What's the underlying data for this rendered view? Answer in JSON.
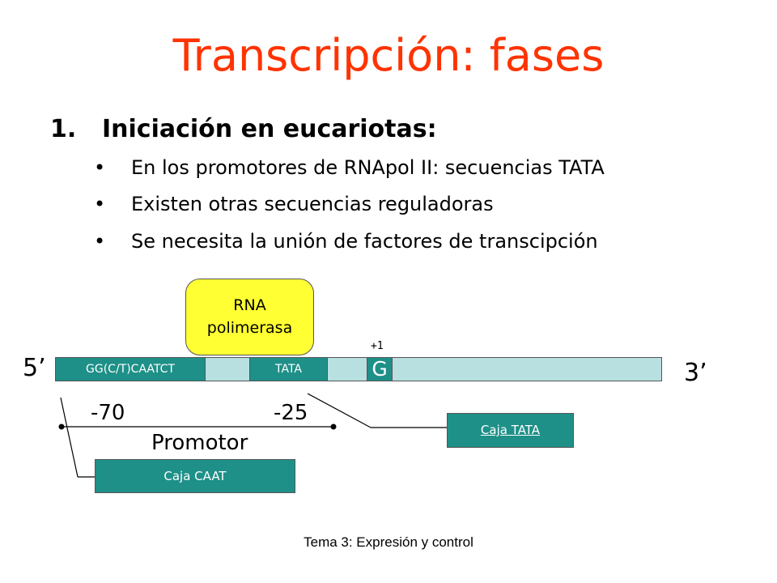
{
  "slide": {
    "title": "Transcripción: fases",
    "heading_number": "1.",
    "heading_text": "Iniciación en eucariotas:",
    "bullets": [
      "En los promotores de RNApol II: secuencias TATA",
      "Existen otras secuencias reguladoras",
      "Se necesita la unión de factores de transcipción"
    ],
    "bullet_char": "•",
    "footer": "Tema 3: Expresión y control"
  },
  "diagram": {
    "rna_pol_line1": "RNA",
    "rna_pol_line2": "polimerasa",
    "five_prime": "5’",
    "three_prime": "3’",
    "seg_caat": "GG(C/T)CAATCT",
    "seg_tata": "TATA",
    "start_base": "G",
    "plus_one": "+1",
    "pos_minus70": "-70",
    "pos_minus25": "-25",
    "promotor": "Promotor",
    "caja_tata": "Caja TATA",
    "caja_caat": "Caja CAAT"
  },
  "colors": {
    "title": "#ff3300",
    "teal": "#1e9088",
    "light_dna": "#b9e0e0",
    "rna_pol": "#ffff33"
  }
}
